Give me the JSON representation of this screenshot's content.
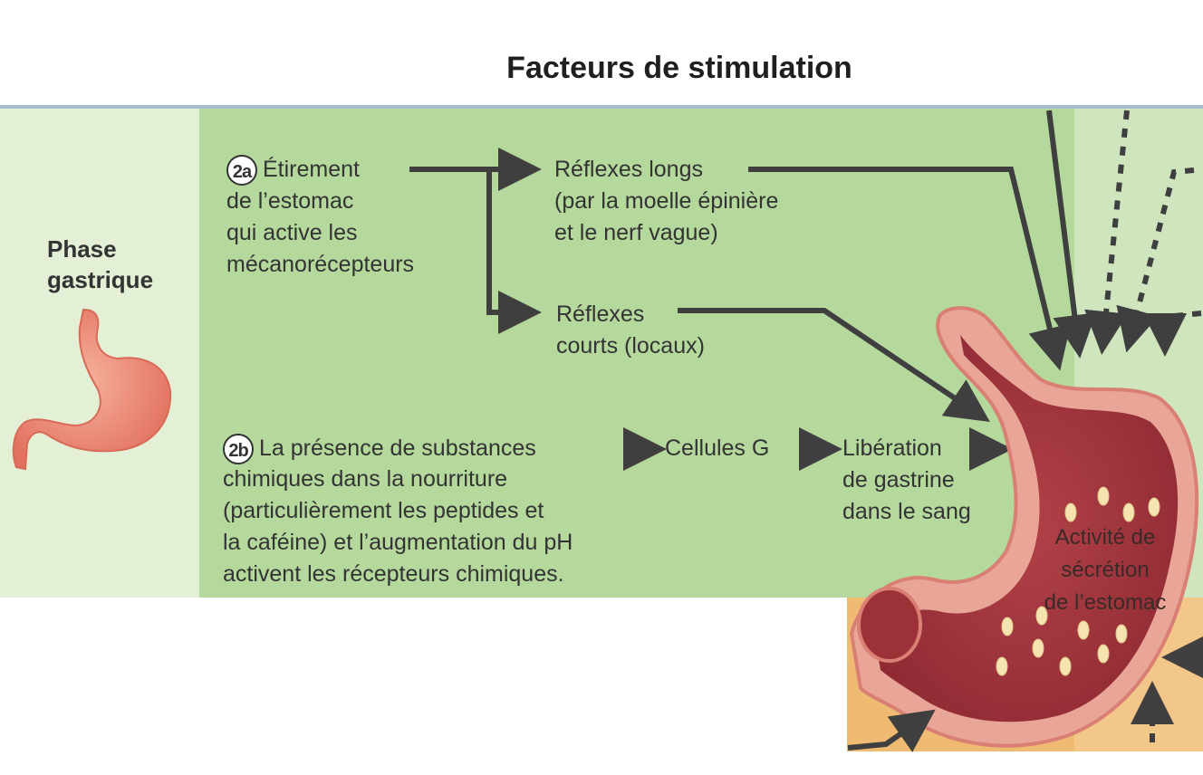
{
  "header": {
    "title": "Facteurs de stimulation"
  },
  "phase": {
    "label": "Phase\ngastrique"
  },
  "step2a": {
    "number": "2a",
    "text": "Étirement\nde l’estomac\nqui active les\nmécanorécepteurs"
  },
  "long_reflex": {
    "text": "Réflexes longs\n(par la moelle épinière\net le nerf vague)"
  },
  "short_reflex": {
    "text": "Réflexes\ncourts (locaux)"
  },
  "step2b": {
    "number": "2b",
    "line1": "La présence de substances",
    "rest": "chimiques dans la nourriture\n(particulièrement les peptides et\nla caféine) et l’augmentation du pH\nactivent les récepteurs chimiques."
  },
  "g_cells": {
    "text": "Cellules G"
  },
  "gastrin": {
    "text": "Libération\nde gastrine\ndans le sang"
  },
  "stomach": {
    "label": "Activité de\nsécrétion\nde l’estomac"
  },
  "colors": {
    "main_panel": "#b5d89c",
    "left_panel": "#e3f0d6",
    "right_panel": "#cfe5be",
    "bottom_panel": "#efbb73",
    "arrow": "#3f3f3f",
    "stomach": "#c9595d"
  }
}
